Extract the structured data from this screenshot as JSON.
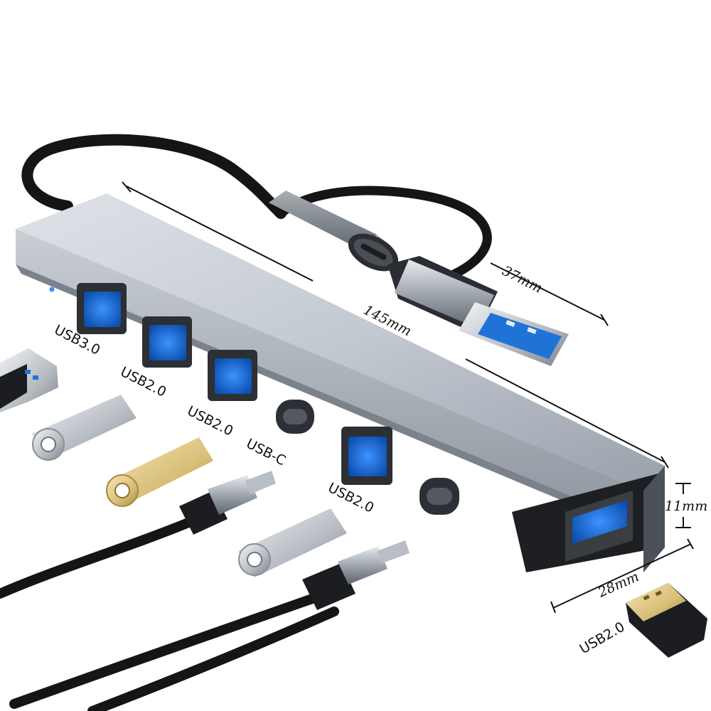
{
  "labels": {
    "port1": "USB3.0",
    "port2": "USB2.0",
    "port3": "USB2.0",
    "port4": "USB-C",
    "port5": "USB2.0",
    "port_end": "USB2.0"
  },
  "dimensions": {
    "length": "145mm",
    "plug_length": "37mm",
    "height": "11mm",
    "width": "28mm"
  },
  "colors": {
    "hub_body": "#b9bfc8",
    "usb_port_blue": "#1f73d6",
    "cable_black": "#151515",
    "led_blue": "#3a8bff"
  }
}
